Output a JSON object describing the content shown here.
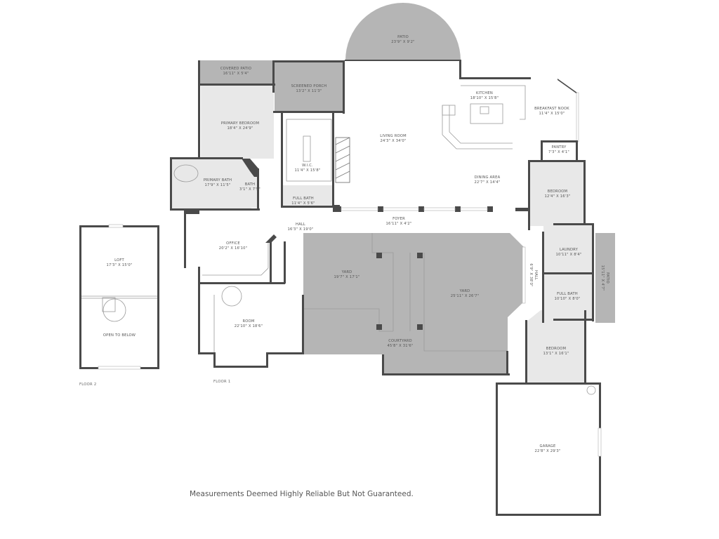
{
  "floor_labels": {
    "floor1": "FLOOR 1",
    "floor2": "FLOOR 2"
  },
  "disclaimer": "Measurements Deemed Highly Reliable But Not Guaranteed.",
  "colors": {
    "wall": "#4a4a4a",
    "outdoor_fill": "#b5b5b5",
    "room_fill_shaded": "#e8e8e8",
    "room_fill": "#ffffff",
    "label": "#555555"
  },
  "rooms": {
    "patio_top": {
      "name": "PATIO",
      "dims": "23'9\" X 9'2\""
    },
    "covered_patio": {
      "name": "COVERED PATIO",
      "dims": "16'11\" X 5'4\""
    },
    "screened_porch": {
      "name": "SCREENED PORCH",
      "dims": "13'2\" X 11'3\""
    },
    "primary_bedroom": {
      "name": "PRIMARY BEDROOM",
      "dims": "18'4\" X 24'9\""
    },
    "wic": {
      "name": "W.I.C.",
      "dims": "11'4\" X 15'8\""
    },
    "living_room": {
      "name": "LIVING ROOM",
      "dims": "24'3\" X 34'0\""
    },
    "kitchen": {
      "name": "KITCHEN",
      "dims": "18'10\" X 15'8\""
    },
    "breakfast_nook": {
      "name": "BREAKFAST NOOK",
      "dims": "11'4\" X 15'0\""
    },
    "pantry": {
      "name": "PANTRY",
      "dims": "7'3\" X 4'1\""
    },
    "primary_bath": {
      "name": "PRIMARY BATH",
      "dims": "17'9\" X 11'5\""
    },
    "bath": {
      "name": "BATH",
      "dims": "3'1\" X 7'5\""
    },
    "full_bath_1": {
      "name": "FULL BATH",
      "dims": "11'4\" X 5'6\""
    },
    "dining_area": {
      "name": "DINING AREA",
      "dims": "22'7\" X 14'4\""
    },
    "bedroom_1": {
      "name": "BEDROOM",
      "dims": "12'4\" X 16'3\""
    },
    "hall_1": {
      "name": "HALL",
      "dims": "16'3\" X 19'0\""
    },
    "foyer": {
      "name": "FOYER",
      "dims": "16'11\" X 4'2\""
    },
    "office": {
      "name": "OFFICE",
      "dims": "20'2\" X 16'10\""
    },
    "laundry": {
      "name": "LAUNDRY",
      "dims": "10'11\" X 8'4\""
    },
    "hall_2": {
      "name": "HALL",
      "dims": "6'9\" X 38'0\""
    },
    "patio_side": {
      "name": "PATIO",
      "dims": "15'11\" X 4'7\""
    },
    "yard_1": {
      "name": "YARD",
      "dims": "19'7\" X 17'1\""
    },
    "yard_2": {
      "name": "YARD",
      "dims": "25'11\" X 26'7\""
    },
    "full_bath_2": {
      "name": "FULL BATH",
      "dims": "10'10\" X 8'0\""
    },
    "room": {
      "name": "ROOM",
      "dims": "22'10\" X 18'6\""
    },
    "courtyard": {
      "name": "COURTYARD",
      "dims": "45'8\" X 31'6\""
    },
    "bedroom_2": {
      "name": "BEDROOM",
      "dims": "13'1\" X 16'1\""
    },
    "garage": {
      "name": "GARAGE",
      "dims": "22'8\" X 29'3\""
    },
    "loft": {
      "name": "LOFT",
      "dims": "17'3\" X 15'0\""
    },
    "open_to_below": {
      "name": "OPEN TO BELOW",
      "dims": ""
    }
  }
}
